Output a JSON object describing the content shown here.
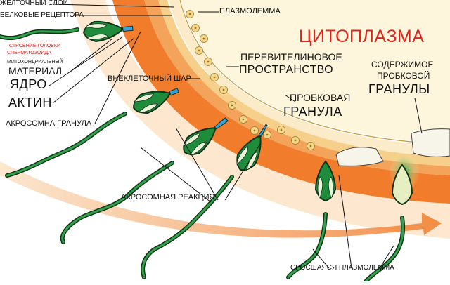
{
  "labels": {
    "yolk_layer": "ЖЁЛТОЧНЫЙ СЛОЙ",
    "protein_receptor": "БЕЛКОВЫЕ РЕЦЕПТОРА",
    "head_structure_1": "СТРОЕНИЕ ГОЛОВКИ",
    "head_structure_2": "СПЕРМАТОЗОИДА",
    "mito_1": "МИТОХОНДРИАЛЬНЫЙ",
    "mito_2": "МАТЕРИАЛ",
    "nucleus": "ЯДРО",
    "actin": "АКТИН",
    "acrosome_granule": "АКРОСОМНА ГРАНУЛА",
    "plasmalemma": "ПЛАЗМОЛЕММА",
    "cytoplasm": "ЦИТОПЛАЗМА",
    "perivitelline_1": "ПЕРЕВИТЕЛИНОВОЕ",
    "perivitelline_2": "ПРОСТРАНСТВО",
    "extracellular_ball": "ВНЕКЛЕТОЧНЫЙ ШАР",
    "cortical_granule_1": "ПРОБКОВАЯ",
    "cortical_granule_2": "ГРАНУЛА",
    "contents_1": "СОДЕРЖИМОЕ",
    "contents_2": "ПРОБКОВОЙ",
    "contents_3": "ГРАНУЛЫ",
    "acrosome_reaction": "АКРОСОМНАЯ РЕАКЦИЯ",
    "fused_plasmalemma": "СРОСШАЯСЯ ПЛАЗМОЛЕММА"
  },
  "colors": {
    "cytoplasm_fill": "#fdf6dc",
    "egg_band": "#f07c2c",
    "egg_band_inner": "#f4a35a",
    "membrane": "#f2c46a",
    "perivitelline": "#fce9c8",
    "sperm_green": "#1e8c3a",
    "sperm_dark": "#12331b",
    "title_red": "#e2231a",
    "label_red": "#d0201a"
  }
}
